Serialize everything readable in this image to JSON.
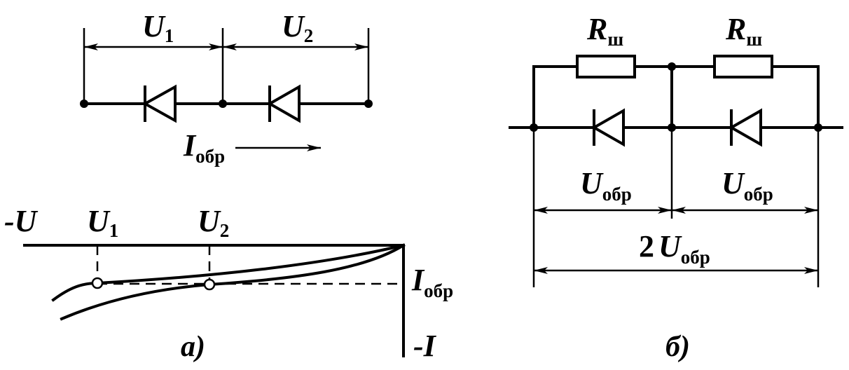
{
  "left": {
    "dim_u1": {
      "main": "U",
      "sub": "1"
    },
    "dim_u2": {
      "main": "U",
      "sub": "2"
    },
    "current": {
      "main": "I",
      "sub": "обр"
    },
    "axis_neg_u": "-U",
    "point_u1": {
      "main": "U",
      "sub": "1"
    },
    "point_u2": {
      "main": "U",
      "sub": "2"
    },
    "axis_iobr": {
      "main": "I",
      "sub": "обр"
    },
    "axis_neg_i": "-I",
    "caption": "а)"
  },
  "right": {
    "resistor1": {
      "main": "R",
      "sub": "ш"
    },
    "resistor2": {
      "main": "R",
      "sub": "ш"
    },
    "uobr1": {
      "main": "U",
      "sub": "обр"
    },
    "uobr2": {
      "main": "U",
      "sub": "обр"
    },
    "total": {
      "prefix": "2",
      "main": "U",
      "sub": "обр"
    },
    "caption": "б)"
  }
}
